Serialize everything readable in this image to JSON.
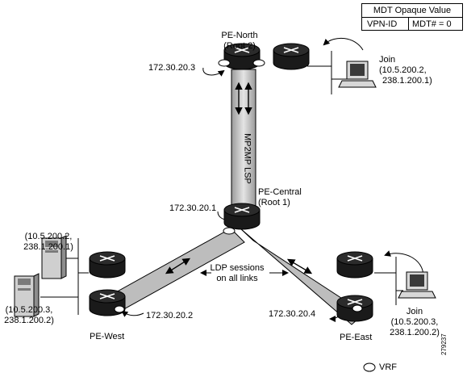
{
  "legend": {
    "title": "MDT Opaque Value",
    "col1": "VPN-ID",
    "col2": "MDT# = 0"
  },
  "nodes": {
    "pe_north": {
      "name": "PE-North",
      "role": "(Root 2)",
      "ip": "172.30.20.3"
    },
    "pe_central": {
      "name": "PE-Central",
      "role": "(Root 1)",
      "ip": "172.30.20.1"
    },
    "pe_west": {
      "name": "PE-West",
      "ip": "172.30.20.2"
    },
    "pe_east": {
      "name": "PE-East",
      "ip": "172.30.20.4"
    }
  },
  "joins": {
    "north": {
      "label": "Join",
      "line1": "(10.5.200.2,",
      "line2": "238.1.200.1)"
    },
    "east": {
      "label": "Join",
      "line1": "(10.5.200.3,",
      "line2": "238.1.200.2)"
    }
  },
  "west_sources": {
    "upper": {
      "line1": "(10.5.200.2,",
      "line2": "238.1.200.1)"
    },
    "lower": {
      "line1": "(10.5.200.3,",
      "line2": "238.1.200.2)"
    }
  },
  "lsp_label": "MP2MP LSP",
  "ldp": {
    "line1": "LDP sessions",
    "line2": "on all links"
  },
  "vrf_label": "VRF",
  "figure_id": "279237"
}
